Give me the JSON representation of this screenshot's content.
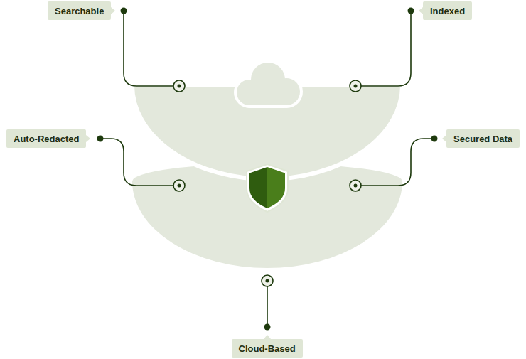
{
  "diagram": {
    "nodes": [
      {
        "text": [
          "Searchable"
        ]
      },
      {
        "text": [
          "Indexed"
        ]
      },
      {
        "text": [
          "Auto-Redacted"
        ]
      },
      {
        "text": [
          "Secured Data"
        ]
      },
      {
        "text": [
          "Cloud-Based"
        ]
      }
    ]
  }
}
